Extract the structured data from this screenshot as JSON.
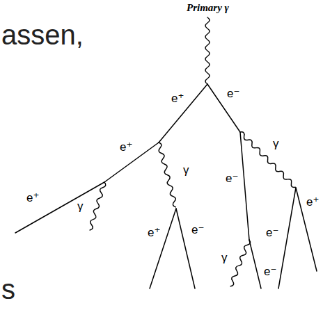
{
  "diagram": {
    "labels": [
      "Primary γ",
      "assen,",
      "e⁺",
      "e⁻",
      "e⁺",
      "γ",
      "e⁻",
      "γ",
      "e⁺",
      "γ",
      "e⁺",
      "e⁻",
      "e⁻",
      "e⁺",
      "γ",
      "e⁻",
      "s"
    ]
  }
}
